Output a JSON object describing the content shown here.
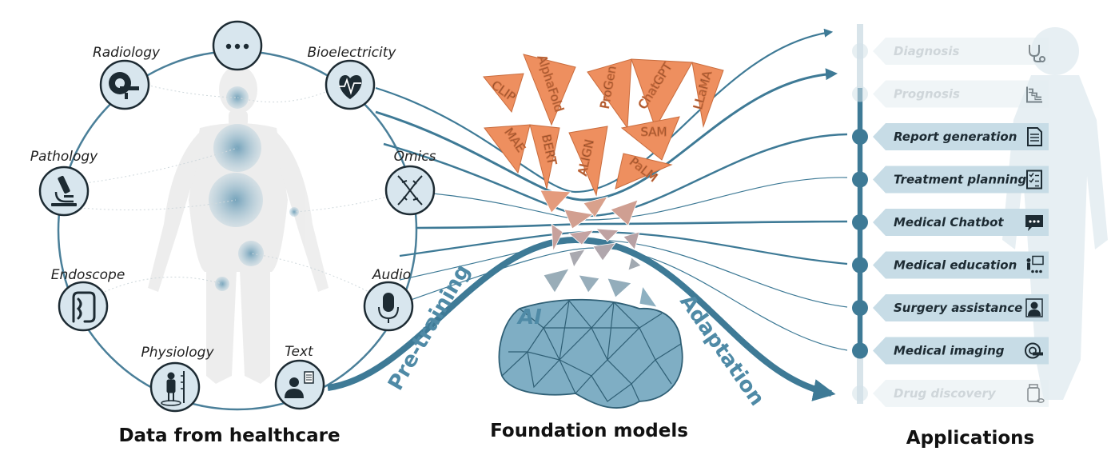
{
  "colors": {
    "ring": "#4a7f99",
    "node_fill": "#d8e6ee",
    "node_stroke": "#1d2b33",
    "flow": "#3e7a96",
    "model_tri": "#ee8f5f",
    "brain": "#7faec4",
    "app_box": "#c7dce6",
    "app_box_faded": "#e5eef2"
  },
  "captions": {
    "data": "Data from healthcare",
    "models": "Foundation models",
    "apps": "Applications"
  },
  "modalities": [
    {
      "label": "",
      "icon": "ellipsis-icon"
    },
    {
      "label": "Bioelectricity",
      "icon": "heart-ecg-icon"
    },
    {
      "label": "Omics",
      "icon": "dna-icon"
    },
    {
      "label": "Audio",
      "icon": "microphone-icon"
    },
    {
      "label": "Text",
      "icon": "doctor-document-icon"
    },
    {
      "label": "Physiology",
      "icon": "height-measure-icon"
    },
    {
      "label": "Endoscope",
      "icon": "intestine-icon"
    },
    {
      "label": "Pathology",
      "icon": "microscope-icon"
    },
    {
      "label": "Radiology",
      "icon": "ct-scanner-icon"
    }
  ],
  "models": [
    "CLIP",
    "AlphaFold",
    "ProGen",
    "ChatGPT",
    "LLaMA",
    "MAE",
    "BERT",
    "ALIGN",
    "SAM",
    "PaLM"
  ],
  "brain_label": "AI",
  "flow_labels": {
    "pretraining": "Pre-training",
    "adaptation": "Adaptation"
  },
  "applications": [
    {
      "label": "Diagnosis",
      "icon": "stethoscope-icon",
      "faded": true
    },
    {
      "label": "Prognosis",
      "icon": "survival-curve-icon",
      "faded": true
    },
    {
      "label": "Report generation",
      "icon": "report-document-icon",
      "faded": false
    },
    {
      "label": "Treatment planning",
      "icon": "checklist-icon",
      "faded": false
    },
    {
      "label": "Medical Chatbot",
      "icon": "chat-bubble-icon",
      "faded": false
    },
    {
      "label": "Medical education",
      "icon": "teacher-board-icon",
      "faded": false
    },
    {
      "label": "Surgery assistance",
      "icon": "surgeon-icon",
      "faded": false
    },
    {
      "label": "Medical imaging",
      "icon": "mri-scanner-icon",
      "faded": false
    },
    {
      "label": "Drug discovery",
      "icon": "pill-bottle-icon",
      "faded": true
    }
  ]
}
